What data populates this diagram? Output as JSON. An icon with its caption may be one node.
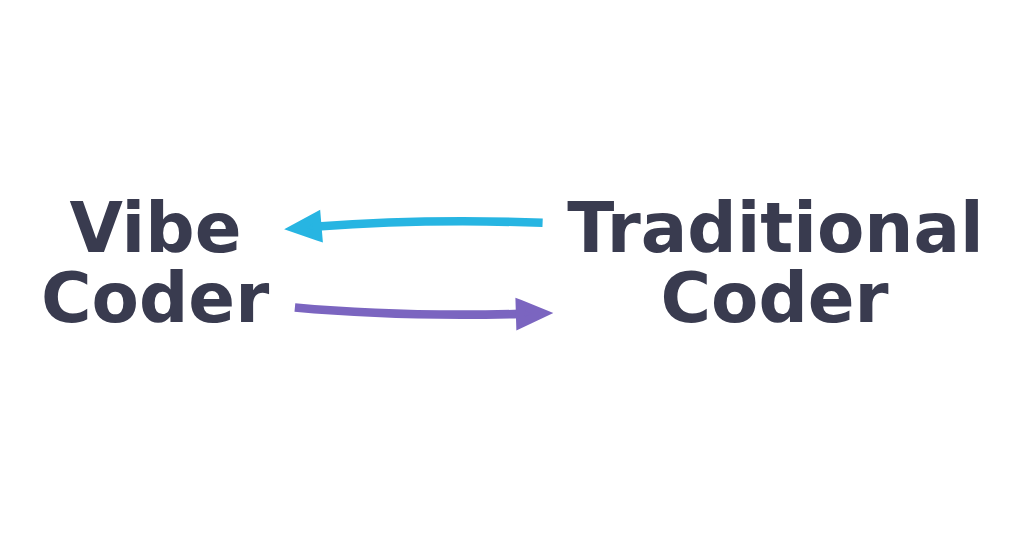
{
  "diagram": {
    "nodes": [
      {
        "text": [
          "Vibe Coder"
        ]
      },
      {
        "text": [
          "Traditional Coder"
        ]
      }
    ],
    "edges": [
      {
        "from": 0,
        "to": 1,
        "arrow": "to",
        "color": "#7b65c0"
      },
      {
        "from": 1,
        "to": 0,
        "arrow": "to",
        "color": "#27b5e2"
      }
    ]
  }
}
